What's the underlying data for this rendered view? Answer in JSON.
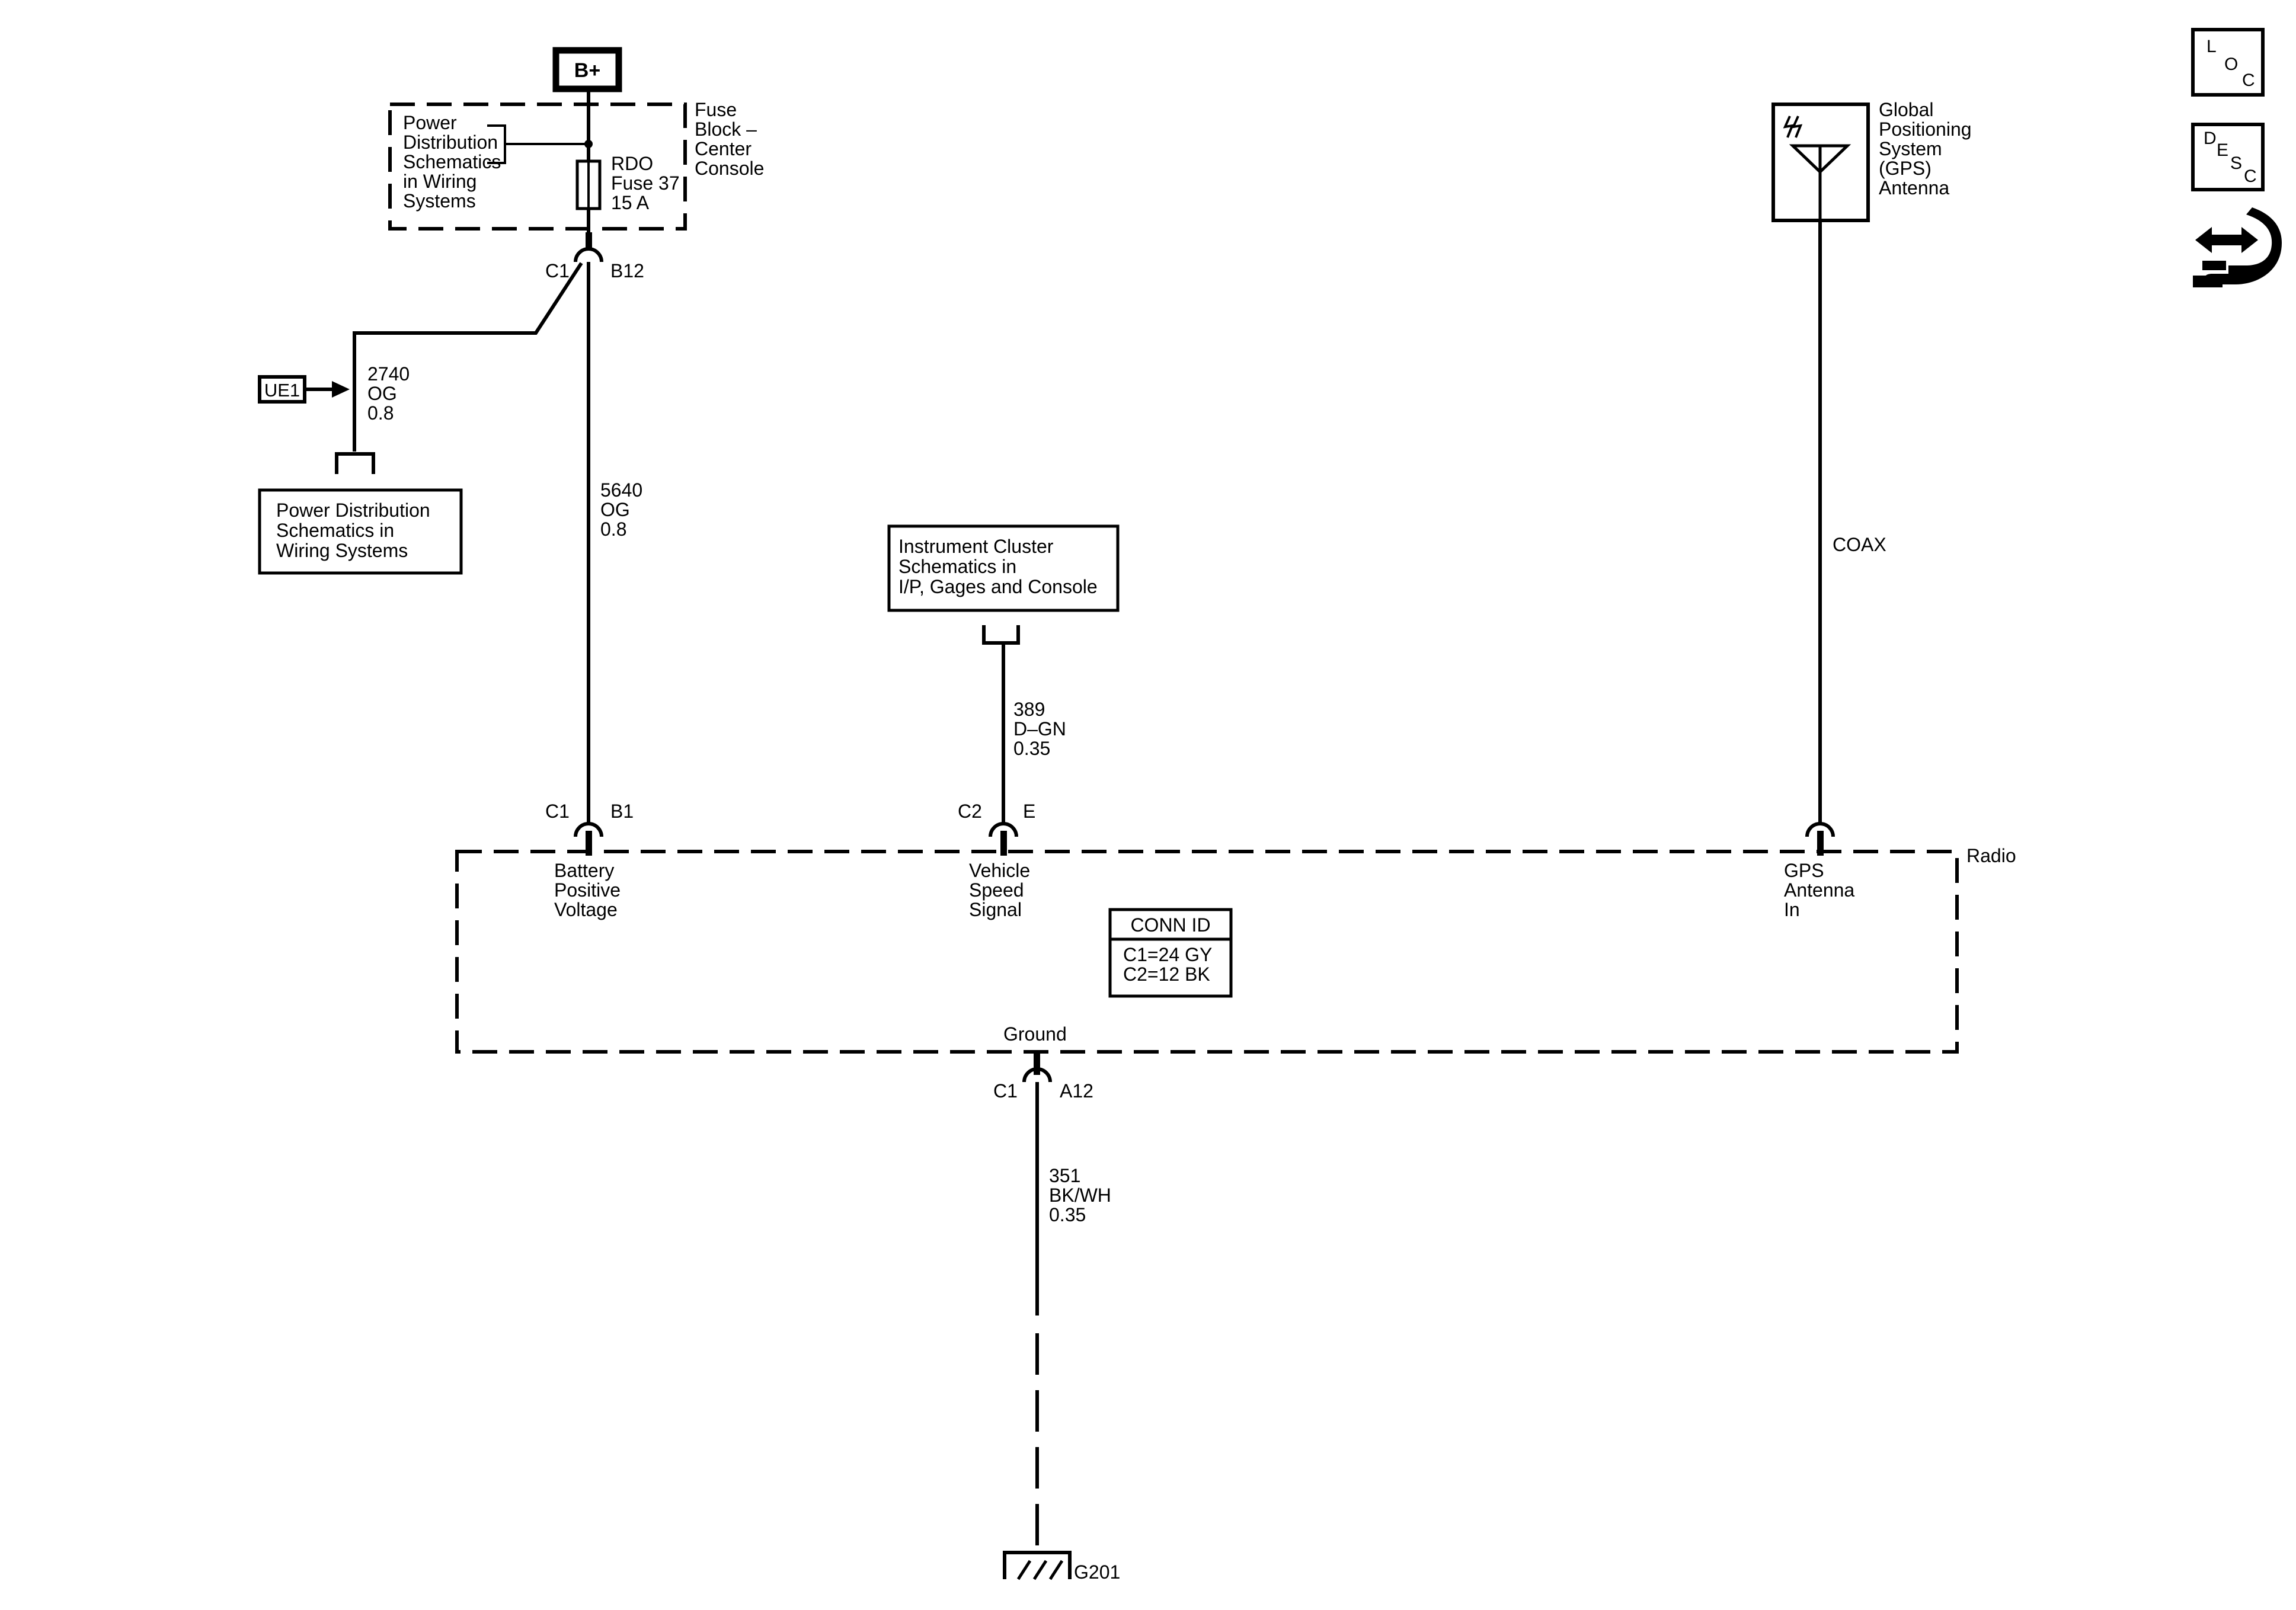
{
  "supply": {
    "label": "B+"
  },
  "fuse_block": {
    "title_lines": [
      "Fuse",
      "Block –",
      "Center",
      "Console"
    ],
    "ref_lines": [
      "Power",
      "Distribution",
      "Schematics",
      "in Wiring",
      "Systems"
    ],
    "fuse_lines": [
      "RDO",
      "Fuse 37",
      "15 A"
    ],
    "connector": "C1",
    "pin": "B12"
  },
  "splice_branch": {
    "ue_label": "UE1",
    "wire_lines": [
      "2740",
      "OG",
      "0.8"
    ],
    "ref_lines": [
      "Power Distribution",
      "Schematics in",
      "Wiring Systems"
    ]
  },
  "battery_wire": {
    "wire_lines": [
      "5640",
      "OG",
      "0.8"
    ],
    "connector": "C1",
    "pin": "B1",
    "radio_pin_lines": [
      "Battery",
      "Positive",
      "Voltage"
    ]
  },
  "speed_circuit": {
    "ref_lines": [
      "Instrument Cluster",
      "Schematics in",
      "I/P, Gages and Console"
    ],
    "wire_lines": [
      "389",
      "D–GN",
      "0.35"
    ],
    "connector": "C2",
    "pin": "E",
    "radio_pin_lines": [
      "Vehicle",
      "Speed",
      "Signal"
    ]
  },
  "gps": {
    "antenna_lines": [
      "Global",
      "Positioning",
      "System",
      "(GPS)",
      "Antenna"
    ],
    "wire_label": "COAX",
    "radio_pin_lines": [
      "GPS",
      "Antenna",
      "In"
    ]
  },
  "radio": {
    "label": "Radio",
    "conn_id_title": "CONN ID",
    "conn_id_lines": [
      "C1=24 GY",
      "C2=12 BK"
    ],
    "ground_pin_label": "Ground"
  },
  "ground": {
    "connector": "C1",
    "pin": "A12",
    "wire_lines": [
      "351",
      "BK/WH",
      "0.35"
    ],
    "ground_label": "G201"
  },
  "side_icons": {
    "loc": [
      "L",
      "O",
      "C"
    ],
    "desc": [
      "D",
      "E",
      "S",
      "C"
    ],
    "tool_icon": "wrench-arrows-icon"
  }
}
